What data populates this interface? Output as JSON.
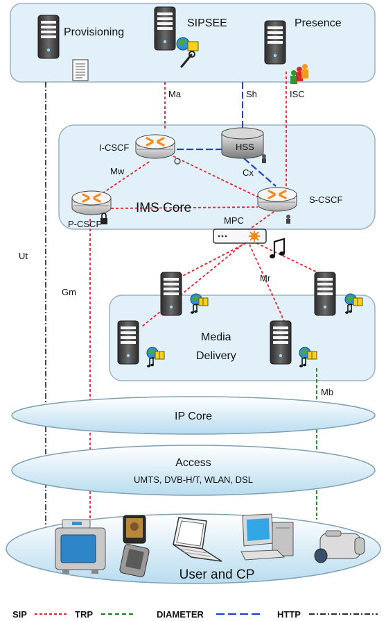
{
  "panels": {
    "top": {
      "servers": {
        "provisioning": "Provisioning",
        "sipsee": "SIPSEE",
        "presence": "Presence"
      }
    },
    "ims": {
      "title": "IMS Core",
      "nodes": {
        "icscf": "I-CSCF",
        "hss": "HSS",
        "pcscf": "P-CSCF",
        "scscf": "S-CSCF",
        "mpc": "MPC"
      }
    },
    "media": {
      "title_line1": "Media",
      "title_line2": "Delivery"
    },
    "ip_core": {
      "title": "IP Core"
    },
    "access": {
      "title": "Access",
      "subtitle": "UMTS, DVB-H/T, WLAN, DSL"
    },
    "user": {
      "title": "User and CP"
    }
  },
  "interfaces": {
    "ma": "Ma",
    "sh": "Sh",
    "isc": "ISC",
    "mw": "Mw",
    "cx": "Cx",
    "ut": "Ut",
    "gm": "Gm",
    "mr": "Mr",
    "mb": "Mb"
  },
  "legend": {
    "sip": "SIP",
    "trp": "TRP",
    "diameter": "DIAMETER",
    "http": "HTTP",
    "colors": {
      "sip": "#e8202a",
      "trp": "#1e7a1e",
      "diameter": "#1f3fd6",
      "http": "#111111"
    }
  },
  "palette": {
    "panel_fill": "#e2f1f9",
    "panel_stroke": "#9ab1c0",
    "ellipse_top": "#ffffff",
    "ellipse_bottom": "#b8dcef"
  },
  "icons": [
    "server-icon",
    "document-icon",
    "globe-icon",
    "wrench-icon",
    "folder-icon",
    "people-icon",
    "router-icon",
    "database-icon",
    "lock-icon",
    "music-note-icon",
    "gear-icon",
    "tv-icon",
    "phone-icon",
    "laptop-icon",
    "desktop-icon",
    "camcorder-icon"
  ]
}
